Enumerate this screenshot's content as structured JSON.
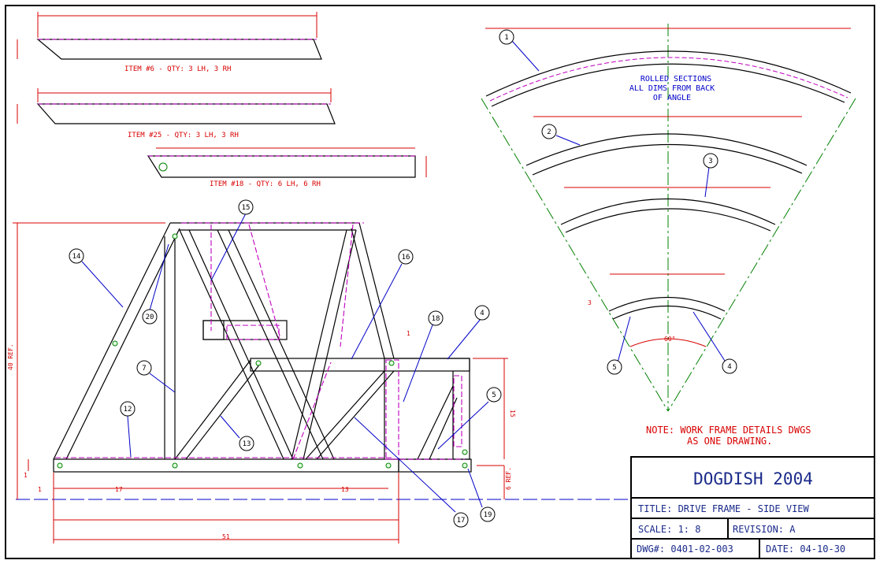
{
  "title_block": {
    "project": "DOGDISH 2004",
    "title": "TITLE: DRIVE FRAME - SIDE VIEW",
    "scale": "SCALE: 1: 8",
    "revision": "REVISION: A",
    "dwg_no": "DWG#: 0401-02-003",
    "date": "DATE: 04-10-30"
  },
  "note": {
    "line1": "NOTE:  WORK FRAME DETAILS DWGS",
    "line2": "AS ONE DRAWING."
  },
  "rolled_note": {
    "line1": "ROLLED SECTIONS",
    "line2": "ALL DIMS FROM BACK",
    "line3": "OF ANGLE"
  },
  "item_labels": {
    "item6": "ITEM #6 - QTY: 3 LH, 3 RH",
    "item25": "ITEM #25 - QTY: 3 LH, 3 RH",
    "item18": "ITEM #18 - QTY: 6 LH, 6 RH"
  },
  "dimensions": {
    "ref40": "40 REF.",
    "ref6": "6 REF.",
    "d17": "17",
    "d13": "13",
    "d1a": "1",
    "d1b": "1",
    "d1c": "1",
    "d15": "15",
    "d51": "51",
    "d3": "3",
    "angle60": "60°"
  },
  "callouts": [
    "1",
    "2",
    "3",
    "4",
    "4",
    "5",
    "5",
    "7",
    "12",
    "13",
    "14",
    "15",
    "16",
    "17",
    "18",
    "19",
    "20"
  ]
}
